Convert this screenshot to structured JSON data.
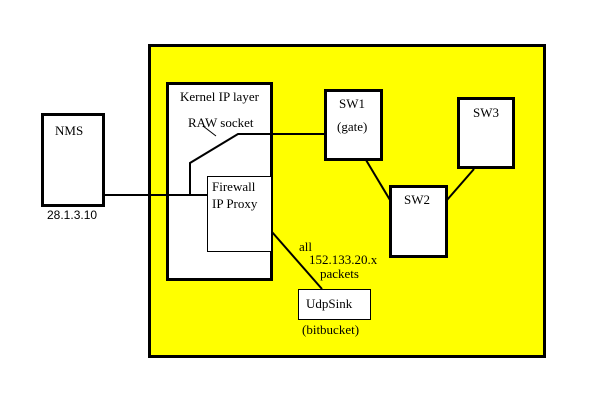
{
  "colors": {
    "region_fill": "#ffff00",
    "box_fill": "#ffffff",
    "stroke": "#000000"
  },
  "nodes": {
    "nms": {
      "label": "NMS",
      "address": "28.1.3.10"
    },
    "kernel": {
      "label": "Kernel IP layer",
      "raw_socket_label": "RAW socket"
    },
    "firewall": {
      "line1": "Firewall",
      "line2": "IP Proxy"
    },
    "sw1": {
      "label": "SW1",
      "sublabel": "(gate)"
    },
    "sw2": {
      "label": "SW2"
    },
    "sw3": {
      "label": "SW3"
    },
    "udpsink": {
      "label": "UdpSink",
      "sublabel": "(bitbucket)"
    }
  },
  "edge_labels": {
    "firewall_to_udpsink": {
      "line1": "all",
      "line2": "152.133.20.x",
      "line3": "packets"
    }
  }
}
